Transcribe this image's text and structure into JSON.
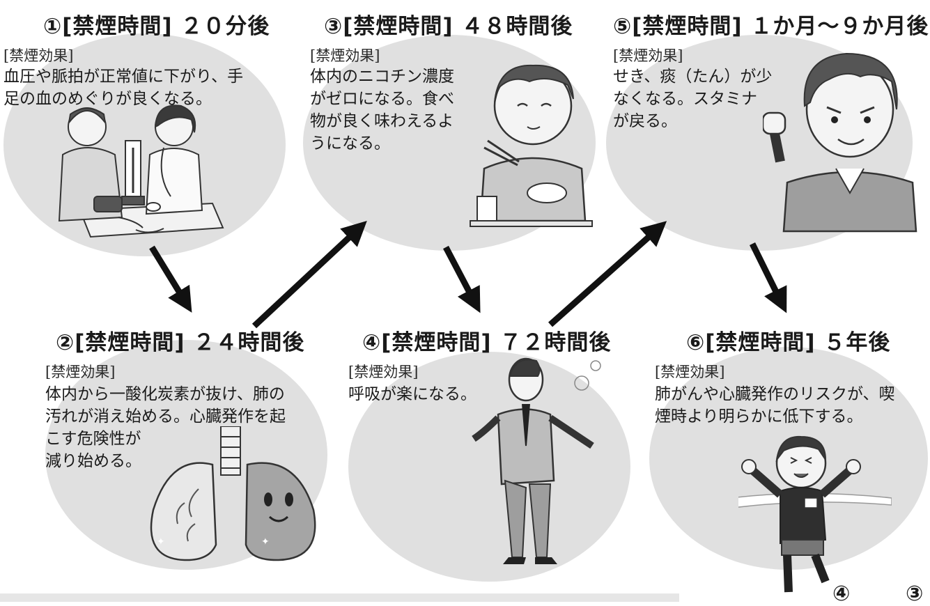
{
  "steps": [
    {
      "title": "①[禁煙時間] ２０分後",
      "label": "[禁煙効果]",
      "lines": [
        "血圧や脈拍が正常値に下がり、手",
        "足の血のめぐりが良くなる。"
      ]
    },
    {
      "title": "②[禁煙時間] ２４時間後",
      "label": "[禁煙効果]",
      "lines": [
        "体内から一酸化炭素が抜け、肺の",
        "汚れが消え始める。心臓発作を起",
        "こす危険性が",
        "減り始める。"
      ]
    },
    {
      "title": "③[禁煙時間] ４８時間後",
      "label": "[禁煙効果]",
      "lines": [
        "体内のニコチン濃度",
        "がゼロになる。食べ",
        "物が良く味わえるよ",
        "うになる。"
      ]
    },
    {
      "title": "④[禁煙時間] ７２時間後",
      "label": "[禁煙効果]",
      "lines": [
        "呼吸が楽になる。"
      ]
    },
    {
      "title": "⑤[禁煙時間] １か月～９か月後",
      "label": "[禁煙効果]",
      "lines": [
        "せき、痰（たん）が少",
        "なくなる。スタミナ",
        "が戻る。"
      ]
    },
    {
      "title": "⑥[禁煙時間] ５年後",
      "label": "[禁煙効果]",
      "lines": [
        "肺がんや心臓発作のリスクが、喫",
        "煙時より明らかに低下する。"
      ]
    }
  ],
  "corner_marks": [
    "④",
    "③"
  ],
  "illustrations": {
    "s1": "blood-pressure-check-illustration",
    "s2": "smiling-lungs-illustration",
    "s3": "man-eating-illustration",
    "s4": "man-breathing-illustration",
    "s5": "man-fist-pump-illustration",
    "s6": "boy-running-finish-illustration"
  },
  "colors": {
    "blob": "#e0e0e0",
    "arrow": "#111111",
    "text": "#1a1a1a"
  }
}
